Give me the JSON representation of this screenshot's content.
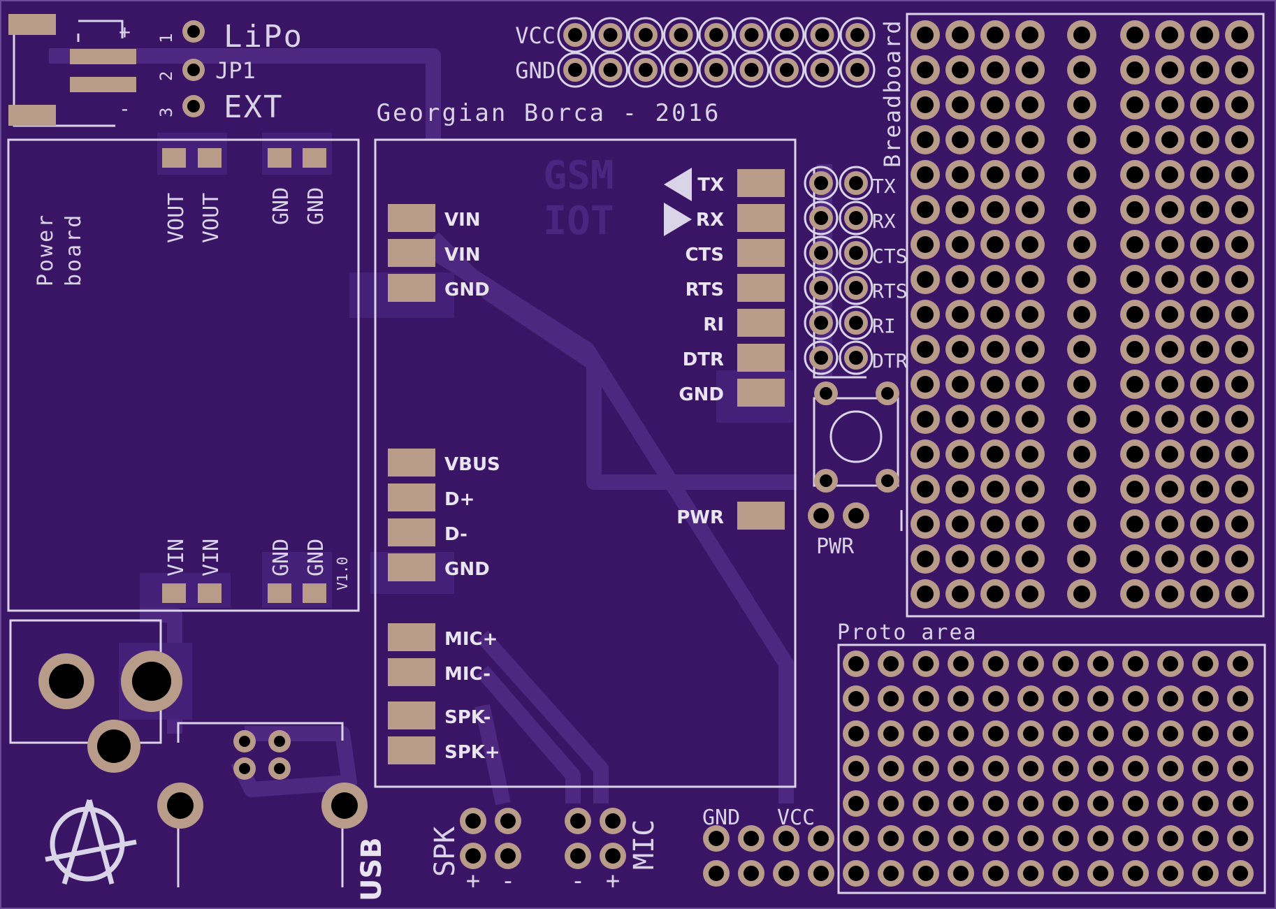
{
  "board": {
    "author": "Georgian Borca - 2016",
    "watermark_top": "GSM",
    "watermark_bottom": "IOT",
    "version": "V1.0",
    "colors": {
      "board": "#3a1566",
      "silk": "#d9d4e8",
      "pad": "#b99b8a",
      "trace": "#4e2880"
    }
  },
  "power_header": {
    "lipo": "LiPo",
    "jp1": "JP1",
    "ext": "EXT",
    "pins": [
      "1",
      "2",
      "3"
    ],
    "plus": "+",
    "minus": "-"
  },
  "rails": {
    "vcc": "VCC",
    "gnd": "GND"
  },
  "power_board": {
    "title_line1": "Power",
    "title_line2": "board",
    "top_pads": [
      "VOUT",
      "VOUT",
      "GND",
      "GND"
    ],
    "bottom_pads": [
      "VIN",
      "VIN",
      "GND",
      "GND"
    ]
  },
  "gsm_left": [
    "VIN",
    "VIN",
    "GND",
    "VBUS",
    "D+",
    "D-",
    "GND",
    "MIC+",
    "MIC-",
    "SPK-",
    "SPK+"
  ],
  "gsm_right": [
    "TX",
    "RX",
    "CTS",
    "RTS",
    "RI",
    "DTR",
    "GND",
    "PWR"
  ],
  "serial_header": [
    "TX",
    "RX",
    "CTS",
    "RTS",
    "RI",
    "DTR"
  ],
  "pwr_button": "PWR",
  "breadboard": "Breadboard",
  "proto_area": "Proto area",
  "bottom": {
    "usb": "USB",
    "spk": "SPK",
    "mic": "MIC",
    "spk_signs": [
      "+",
      "-"
    ],
    "mic_signs": [
      "-",
      "+"
    ],
    "gnd": "GND",
    "vcc": "VCC"
  }
}
